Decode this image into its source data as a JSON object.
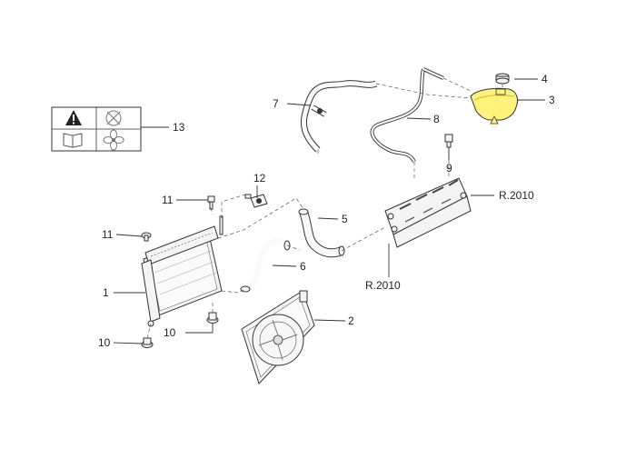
{
  "diagram": {
    "labels": {
      "p1": "1",
      "p2": "2",
      "p3": "3",
      "p4": "4",
      "p5": "5",
      "p6": "6",
      "p7": "7",
      "p8": "8",
      "p9": "9",
      "p10a": "10",
      "p10b": "10",
      "p11a": "11",
      "p11b": "11",
      "p12": "12",
      "p13": "13",
      "ref_top": "R.2010",
      "ref_bottom": "R.2010"
    },
    "colors": {
      "highlight": "#fff27a",
      "line": "#333333"
    }
  }
}
